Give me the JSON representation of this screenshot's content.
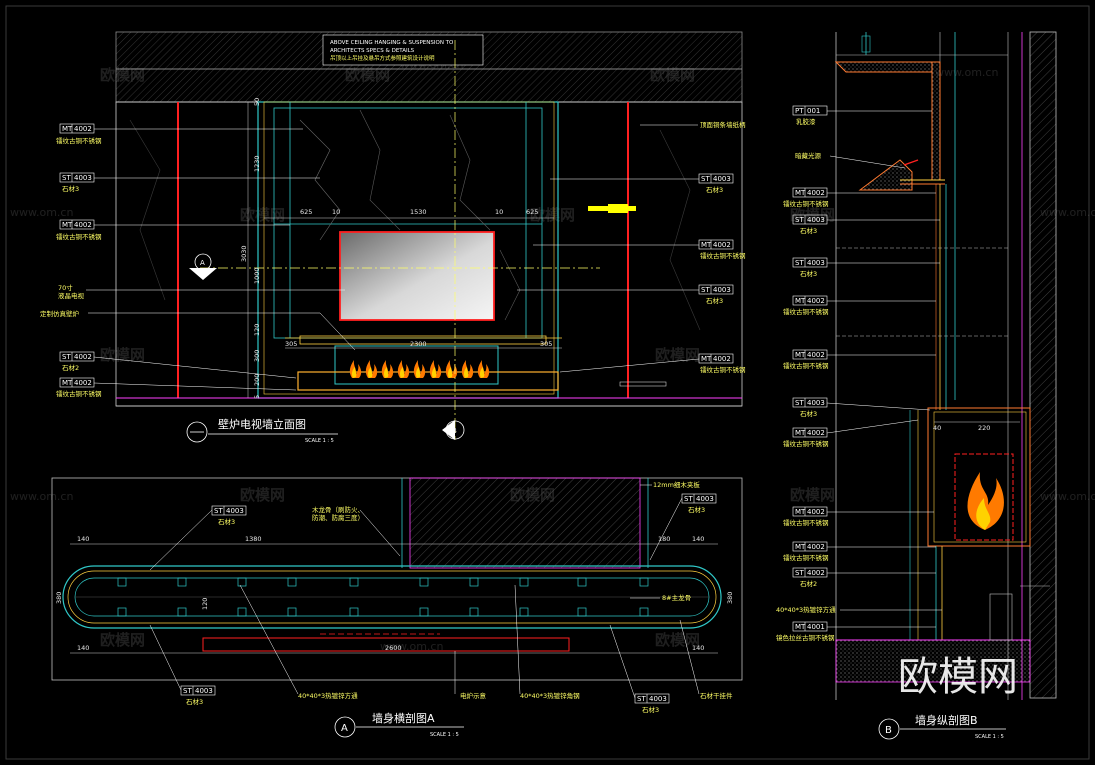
{
  "watermark": {
    "brand": "欧模网",
    "url": "www.om.cn",
    "corner": "欧模网"
  },
  "elevation": {
    "title": "壁炉电视墙立面图",
    "scale": "SCALE 1 : 5",
    "note_lines": [
      "ABOVE CEILING HANGING & SUSPENSION TO",
      "ARCHITECTS SPECS & DETAILS",
      "吊顶以上吊挂及悬吊方式参照建筑设计说明"
    ],
    "section_mark_a": "A",
    "section_mark_b": "B",
    "left_tags": [
      {
        "code": "MT",
        "num": "4002",
        "sub": "镭纹古铜不锈钢"
      },
      {
        "code": "ST",
        "num": "4003",
        "sub": "石材3"
      },
      {
        "code": "MT",
        "num": "4002",
        "sub": "镭纹古铜不锈钢"
      },
      {
        "code": "ST",
        "num": "4002",
        "sub": "石材2"
      },
      {
        "code": "MT",
        "num": "4002",
        "sub": "镭纹古铜不锈钢"
      }
    ],
    "left_labels": [
      "70寸",
      "液晶电视",
      "定制仿真壁炉"
    ],
    "right_tags": [
      {
        "code": "ST",
        "num": "4003",
        "sub": "石材3"
      },
      {
        "code": "MT",
        "num": "4002",
        "sub": "镭纹古铜不锈钢"
      },
      {
        "code": "ST",
        "num": "4003",
        "sub": "石材3"
      },
      {
        "code": "MT",
        "num": "4002",
        "sub": "镭纹古铜不锈钢"
      }
    ],
    "right_label": "顶面铜条墙纸柄",
    "dims_top": [
      "625",
      "10",
      "1530",
      "10",
      "625"
    ],
    "dims_left": [
      "50",
      "1230",
      "1000",
      "120",
      "300",
      "200",
      "5"
    ],
    "dim_height": "3030",
    "dims_bottom": [
      "305",
      "2300",
      "305"
    ]
  },
  "section_a": {
    "title": "墙身横剖图A",
    "scale": "SCALE 1 : 5",
    "mark": "A",
    "tags": [
      {
        "code": "ST",
        "num": "4003",
        "sub": "石材3"
      },
      {
        "code": "ST",
        "num": "4003",
        "sub": "石材3"
      },
      {
        "code": "ST",
        "num": "4003",
        "sub": "石材3"
      },
      {
        "code": "ST",
        "num": "4003",
        "sub": "石材3"
      }
    ],
    "labels": [
      "木龙骨（刷防火、",
      "防潮、防腐三度）",
      "12mm细木夹板",
      "8#主龙骨",
      "40*40*3热镀锌方通",
      "电炉示意",
      "40*40*3热镀锌角钢",
      "石材干挂件"
    ],
    "dims_top": [
      "140",
      "1380",
      "180",
      "140"
    ],
    "dims_side": [
      "380",
      "380",
      "120"
    ],
    "dims_bottom": [
      "140",
      "2600",
      "140"
    ]
  },
  "section_b": {
    "title": "墙身纵剖图B",
    "scale": "SCALE 1 : 5",
    "mark": "B",
    "tags": [
      {
        "code": "PT",
        "num": "001",
        "sub": "乳胶漆"
      },
      {
        "code": "MT",
        "num": "4002",
        "sub": "镭纹古铜不锈钢"
      },
      {
        "code": "ST",
        "num": "4003",
        "sub": "石材3"
      },
      {
        "code": "ST",
        "num": "4003",
        "sub": "石材3"
      },
      {
        "code": "MT",
        "num": "4002",
        "sub": "镭纹古铜不锈钢"
      },
      {
        "code": "MT",
        "num": "4002",
        "sub": "镭纹古铜不锈钢"
      },
      {
        "code": "ST",
        "num": "4003",
        "sub": "石材3"
      },
      {
        "code": "MT",
        "num": "4002",
        "sub": "镭纹古铜不锈钢"
      },
      {
        "code": "MT",
        "num": "4002",
        "sub": "镭纹古铜不锈钢"
      },
      {
        "code": "MT",
        "num": "4002",
        "sub": "镭纹古铜不锈钢"
      },
      {
        "code": "ST",
        "num": "4002",
        "sub": "石材2"
      },
      {
        "code": "MT",
        "num": "4001",
        "sub": "镜色拉丝古铜不锈钢"
      }
    ],
    "labels": [
      "暗藏光源",
      "40*40*3热镀锌方通"
    ],
    "dims": [
      "40",
      "220"
    ]
  }
}
